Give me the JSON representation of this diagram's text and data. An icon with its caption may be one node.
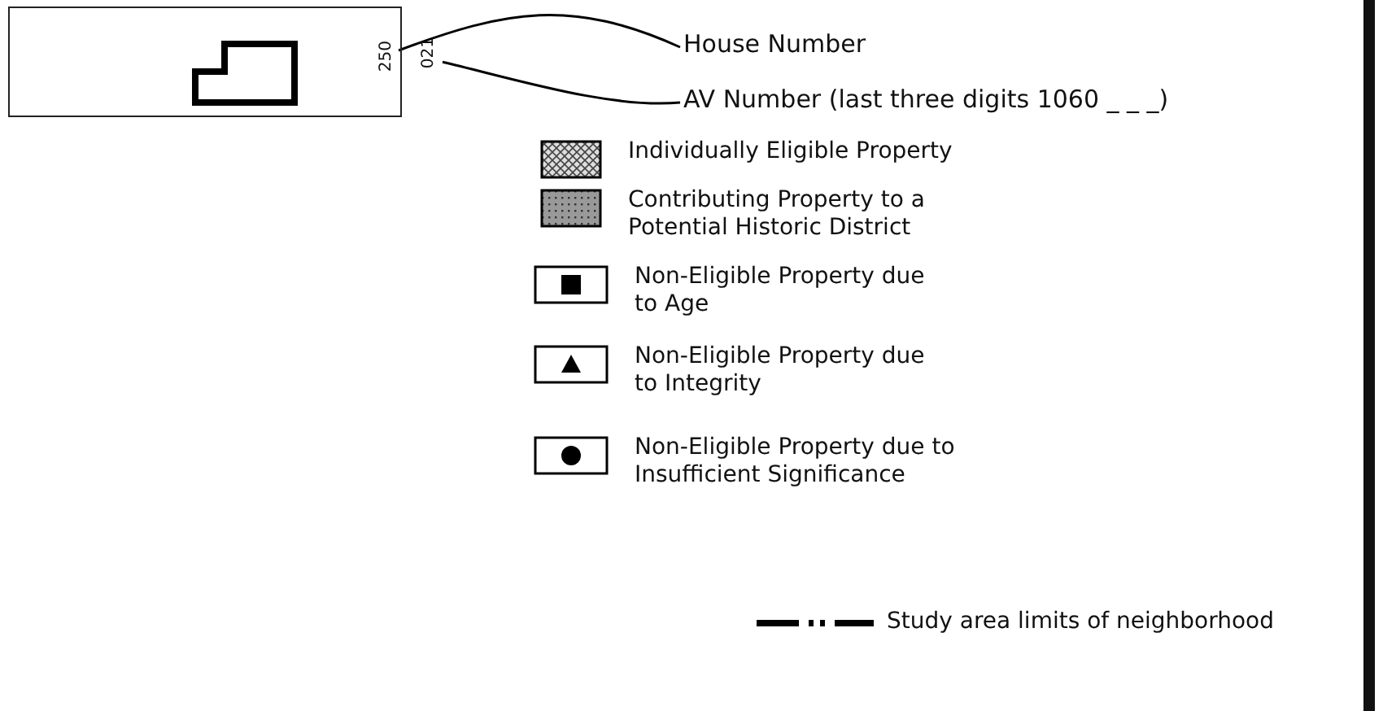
{
  "diagram": {
    "nodes": [
      {
        "text": [],
        "shape": "box"
      },
      {
        "text": [],
        "shape": "box",
        "in": 0
      },
      {
        "text": [
          "250"
        ],
        "in": 0
      },
      {
        "text": [
          "021"
        ]
      },
      {
        "text": [
          "House Number"
        ]
      },
      {
        "text": [
          "AV Number (last three digits 1060 _ _ _)"
        ]
      }
    ],
    "edges": [
      {
        "from": 4,
        "to": 2,
        "arrow": "none"
      },
      {
        "from": 5,
        "to": 3,
        "arrow": "none"
      }
    ],
    "legend": [
      {
        "text": "Individually Eligible Property"
      },
      {
        "text": "Contributing Property to a Potential Historic District"
      },
      {
        "text": "Non-Eligible Property due to Age"
      },
      {
        "text": "Non-Eligible Property due to Integrity"
      },
      {
        "text": "Non-Eligible Property due to Insufficient Significance"
      },
      {
        "text": "Study area limits of neighborhood"
      }
    ]
  }
}
